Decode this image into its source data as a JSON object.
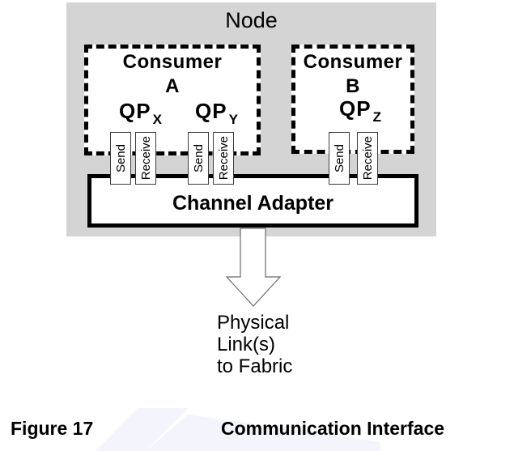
{
  "diagram": {
    "node_label": "Node",
    "consumers": [
      {
        "title": "Consumer",
        "name": "A"
      },
      {
        "title": "Consumer",
        "name": "B"
      }
    ],
    "qp_labels": [
      {
        "base": "QP",
        "sub": "X"
      },
      {
        "base": "QP",
        "sub": "Y"
      },
      {
        "base": "QP",
        "sub": "Z"
      }
    ],
    "queue_pairs": [
      {
        "send": "Send",
        "receive": "Receive"
      },
      {
        "send": "Send",
        "receive": "Receive"
      },
      {
        "send": "Send",
        "receive": "Receive"
      }
    ],
    "channel_adapter_label": "Channel Adapter",
    "physical_link_lines": [
      "Physical",
      "Link(s)",
      "to Fabric"
    ]
  },
  "caption": {
    "figure_label": "Figure 17",
    "title": "Communication Interface"
  },
  "colors": {
    "node_bg": "#d4d4d4",
    "line": "#000000",
    "queue_border": "#3c3c3c",
    "arrow_outline": "#6b6b6b",
    "watermark": "#f4f4fc"
  }
}
